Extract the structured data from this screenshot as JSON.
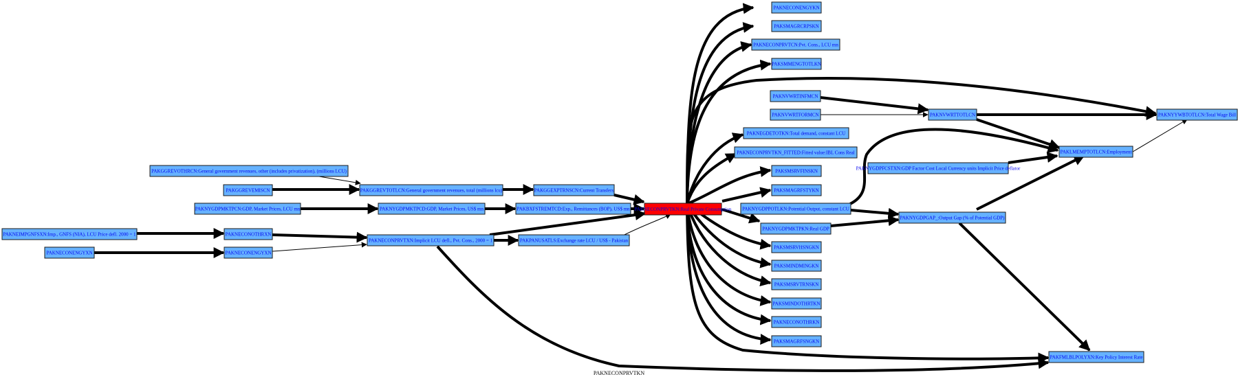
{
  "caption": "PAKNECONPRVTKN",
  "colors": {
    "node_fill": "#66b2ff",
    "focus_fill": "#ff0000",
    "edge": "#000000",
    "label": "#0000ee"
  },
  "nodes": [
    {
      "id": "focus",
      "label": "PAKNECONPRVTKN:Real Private Consumption",
      "focus": true
    },
    {
      "id": "n1",
      "label": "PAKNECONENGYKN"
    },
    {
      "id": "n2",
      "label": "PAKSMAGRCRPSKN"
    },
    {
      "id": "n3",
      "label": "PAKNECONPRVTCN:Pvt. Cons., LCU mn"
    },
    {
      "id": "n4",
      "label": "PAKSMMENGTOTLKN"
    },
    {
      "id": "n5",
      "label": "PAKNVWRTINFMCN"
    },
    {
      "id": "n6",
      "label": "PAKNVWRTFORMCN"
    },
    {
      "id": "n7",
      "label": "PAKNVWRTTOTLCN"
    },
    {
      "id": "n8",
      "label": "PAKNYYWBTOTLCN:Total Wage Bill"
    },
    {
      "id": "n9",
      "label": "PAKNEGDETOTKN:Total demand, constant LCU"
    },
    {
      "id": "n10",
      "label": "PAKNECONPRVTKN_FITTED:Fitted value:IBL Cons Real"
    },
    {
      "id": "n11",
      "label": "PAKLMEMPTOTLCN:Employment"
    },
    {
      "id": "n12",
      "label": "PAKNYGDPFCSTXN:GDP Factor Cost Local Currency units Implicit Price deflator"
    },
    {
      "id": "n13",
      "label": "PAKGGREVOTHRCN:General government revenues, other (includes privatization), (millions LCU)"
    },
    {
      "id": "n14",
      "label": "PAKSMSRVFINSKN"
    },
    {
      "id": "n15",
      "label": "PAKGGREVEMISCN"
    },
    {
      "id": "n16",
      "label": "PAKGGREVTOTLCN:General government revenues, total (millions lcu)"
    },
    {
      "id": "n17",
      "label": "PAKGGEXPTRNSCN:Current Transfers"
    },
    {
      "id": "n18",
      "label": "PAKSMAGRFSTYKN"
    },
    {
      "id": "n19",
      "label": "PAKNYGDPMKTPCN:GDP, Market Prices, LCU mn"
    },
    {
      "id": "n20",
      "label": "PAKNYGDPMKTPCD:GDP, Market Prices, US$ mn"
    },
    {
      "id": "n21",
      "label": "PAKBXFSTREMTCD:Exp., Remittances (BOP), US$ mn"
    },
    {
      "id": "n22",
      "label": "PAKNYGDPPOTLKN:Potential Output, constant LCU"
    },
    {
      "id": "n23",
      "label": "PAKNYGDPGAP_:Output Gap (% of Potential GDP)"
    },
    {
      "id": "n24",
      "label": "PAKNYGDPMKTPKN:Real GDP"
    },
    {
      "id": "n25",
      "label": "PAKNEIMPGNFSXN:Imp., GNFS (NIA), LCU Price defl. 2000 = 1"
    },
    {
      "id": "n26",
      "label": "PAKNECONOTHRXN"
    },
    {
      "id": "n27",
      "label": "PAKNECONPRVTXN:Implicit LCU defl., Pvt. Cons., 2000 = 1"
    },
    {
      "id": "n28",
      "label": "PAKPANUSATLS:Exchange rate LCU / US$ - Pakistan"
    },
    {
      "id": "n29",
      "label": "PAKSMSRVHSNGKN"
    },
    {
      "id": "n30",
      "label": "PAKNECONENGYXN"
    },
    {
      "id": "n31",
      "label": "PAKNECONENGYXN"
    },
    {
      "id": "n32",
      "label": "PAKSMINDMINGKN"
    },
    {
      "id": "n33",
      "label": "PAKSMSRVTRNSKN"
    },
    {
      "id": "n34",
      "label": "PAKSMINDOTHRTKN"
    },
    {
      "id": "n35",
      "label": "PAKNECONOTHRKN"
    },
    {
      "id": "n36",
      "label": "PAKSMAGRFSNGKN"
    },
    {
      "id": "n37",
      "label": "PAKFMLBLPOLYXN:Key Policy Interest Rate"
    }
  ]
}
